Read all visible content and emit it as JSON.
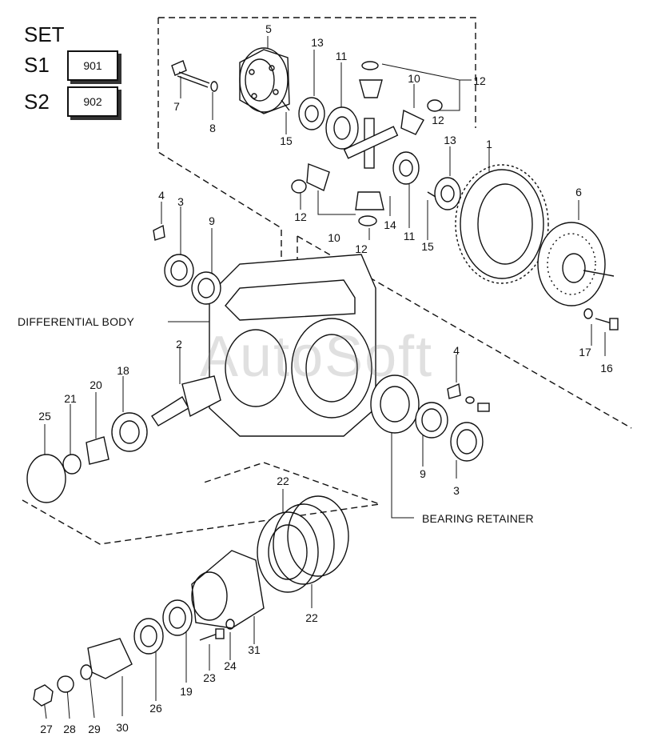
{
  "set_table": {
    "title": "SET",
    "rows": [
      {
        "label": "S1",
        "code": "901"
      },
      {
        "label": "S2",
        "code": "902"
      }
    ]
  },
  "section_labels": {
    "differential_body": "DIFFERENTIAL BODY",
    "bearing_retainer": "BEARING RETAINER"
  },
  "watermark": "AutoSoft",
  "callouts": [
    "1",
    "2",
    "3",
    "3",
    "4",
    "4",
    "5",
    "6",
    "7",
    "8",
    "9",
    "9",
    "10",
    "10",
    "11",
    "11",
    "12",
    "12",
    "12",
    "12",
    "13",
    "13",
    "14",
    "15",
    "15",
    "16",
    "17",
    "18",
    "19",
    "20",
    "21",
    "22",
    "22",
    "23",
    "24",
    "25",
    "26",
    "27",
    "28",
    "29",
    "30",
    "31"
  ]
}
